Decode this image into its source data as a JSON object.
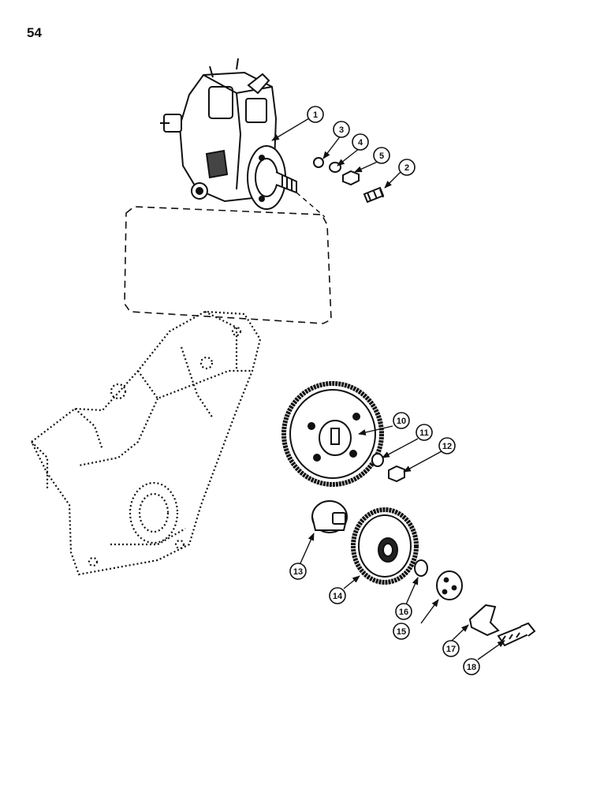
{
  "page_number": "54",
  "callouts": [
    {
      "label": "1"
    },
    {
      "label": "3"
    },
    {
      "label": "4"
    },
    {
      "label": "5"
    },
    {
      "label": "2"
    },
    {
      "label": "10"
    },
    {
      "label": "11"
    },
    {
      "label": "12"
    },
    {
      "label": "13"
    },
    {
      "label": "14"
    },
    {
      "label": "16"
    },
    {
      "label": "15"
    },
    {
      "label": "17"
    },
    {
      "label": "18"
    }
  ]
}
